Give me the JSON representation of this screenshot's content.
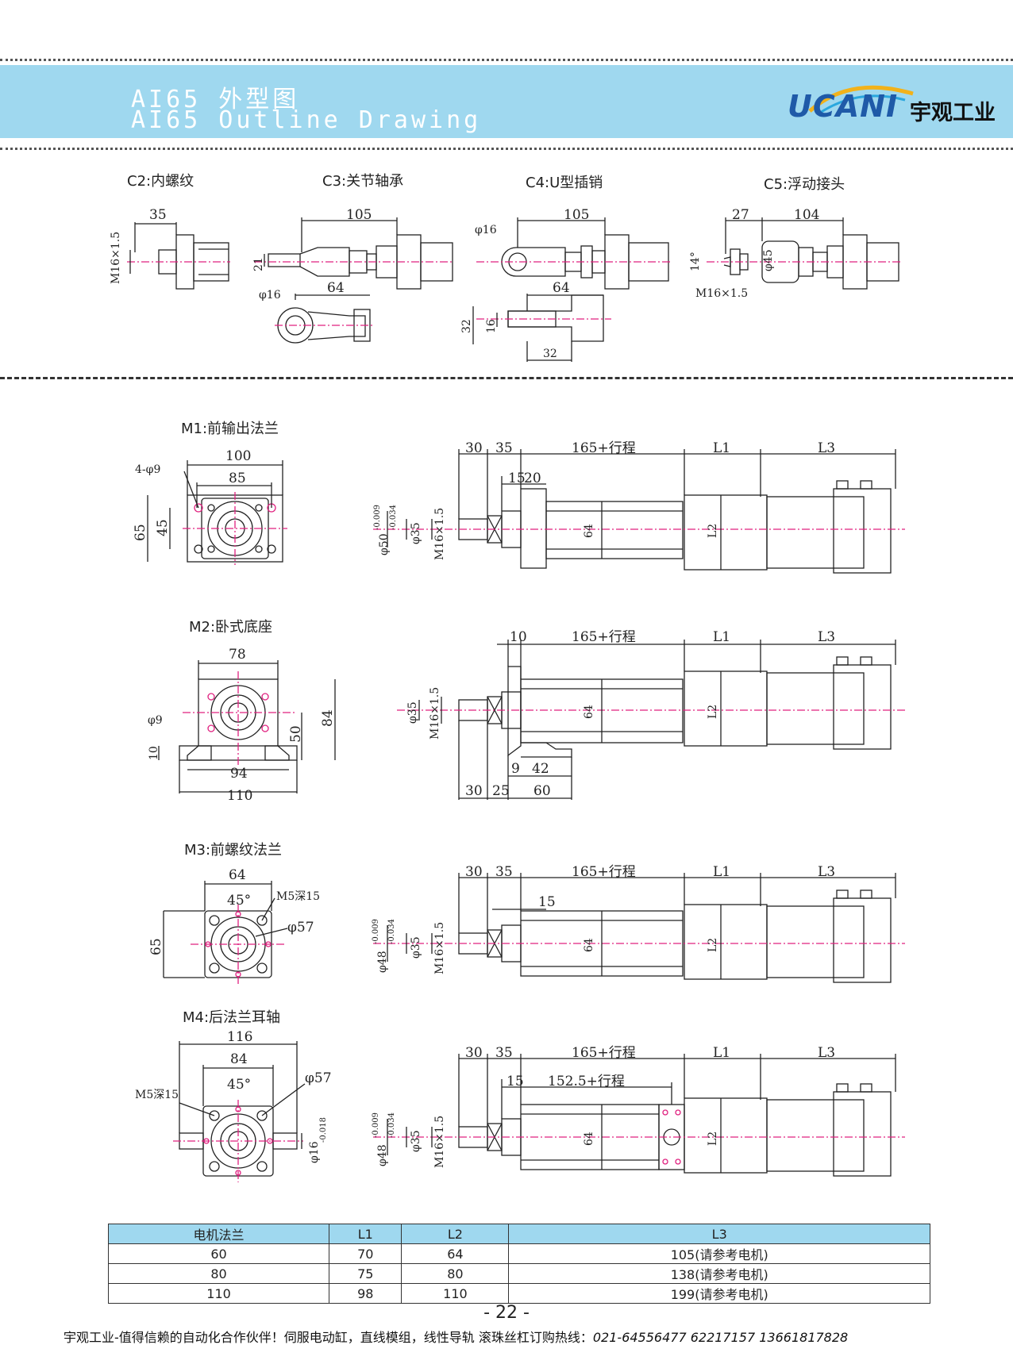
{
  "header": {
    "title_cn": "AI65  外型图",
    "title_en": "AI65  Outline Drawing",
    "brand": "UCANI",
    "brand_cn": "宇观工业"
  },
  "top_sections": [
    {
      "label": "C2:内螺纹"
    },
    {
      "label": "C3:关节轴承"
    },
    {
      "label": "C4:U型插销"
    },
    {
      "label": "C5:浮动接头"
    }
  ],
  "mount_sections": [
    {
      "label": "M1:前输出法兰"
    },
    {
      "label": "M2:卧式底座"
    },
    {
      "label": "M3:前螺纹法兰"
    },
    {
      "label": "M4:后法兰耳轴"
    }
  ],
  "dims": {
    "c2": {
      "d35": "35",
      "thread": "M16×1.5"
    },
    "c3": {
      "d105": "105",
      "d21": "21",
      "d64": "64",
      "phi16": "φ16"
    },
    "c4": {
      "d105": "105",
      "phi16": "φ16",
      "d64": "64",
      "d32a": "32",
      "d16": "16",
      "d32b": "32"
    },
    "c5": {
      "d27": "27",
      "d104": "104",
      "d14": "14°",
      "phi45": "φ45",
      "thread": "M16×1.5"
    },
    "m1_front": {
      "d100": "100",
      "d85": "85",
      "holes": "4-φ9",
      "d65": "65",
      "d45": "45"
    },
    "m1_side": {
      "d30": "30",
      "d35": "35",
      "stroke": "165+行程",
      "l1": "L1",
      "l3": "L3",
      "d15": "15",
      "d20": "20",
      "phi50": "φ50",
      "tol_a": "-0.009",
      "tol_b": "-0.034",
      "phi35": "φ35",
      "thread": "M16×1.5",
      "d64": "64",
      "l2": "L2"
    },
    "m2_front": {
      "d78": "78",
      "phi9": "φ9",
      "d50": "50",
      "d84": "84",
      "d10": "10",
      "d94": "94",
      "d110": "110"
    },
    "m2_side": {
      "d10": "10",
      "stroke": "165+行程",
      "l1": "L1",
      "l3": "L3",
      "phi35": "φ35",
      "thread": "M16×1.5",
      "d64": "64",
      "l2": "L2",
      "d9": "9",
      "d42": "42",
      "d30": "30",
      "d25": "25",
      "d60": "60"
    },
    "m3_front": {
      "d64": "64",
      "d45": "45°",
      "m5": "M5深15",
      "phi57": "φ57",
      "d65": "65"
    },
    "m3_side": {
      "d30": "30",
      "d35": "35",
      "stroke": "165+行程",
      "l1": "L1",
      "l3": "L3",
      "d15": "15",
      "phi48": "φ48",
      "tol_a": "-0.009",
      "tol_b": "-0.034",
      "phi35": "φ35",
      "thread": "M16×1.5",
      "d64": "64",
      "l2": "L2"
    },
    "m4_front": {
      "d116": "116",
      "d84": "84",
      "phi57": "φ57",
      "m5": "M5深15",
      "d45": "45°",
      "phi16": "φ16",
      "tol": "-0.018"
    },
    "m4_side": {
      "d30": "30",
      "d35": "35",
      "stroke": "165+行程",
      "l1": "L1",
      "l3": "L3",
      "d15": "15",
      "stroke2": "152.5+行程",
      "phi48": "φ48",
      "tol_a": "-0.009",
      "tol_b": "-0.034",
      "phi35": "φ35",
      "thread": "M16×1.5",
      "d64": "64",
      "l2": "L2"
    }
  },
  "table": {
    "headers": [
      "电机法兰",
      "L1",
      "L2",
      "L3"
    ],
    "rows": [
      [
        "60",
        "70",
        "64",
        "105(请参考电机)"
      ],
      [
        "80",
        "75",
        "80",
        "138(请参考电机)"
      ],
      [
        "110",
        "98",
        "110",
        "199(请参考电机)"
      ]
    ]
  },
  "page_number": "- 22 -",
  "footer": {
    "text": "宇观工业-值得信赖的自动化合作伙伴！伺服电动缸，直线模组，线性导轨 滚珠丝杠订购热线：",
    "hotline": "021-64556477  62217157 13661817828"
  },
  "colors": {
    "banner": "#9fd8ef",
    "centerline": "#e0207f",
    "line": "#222222",
    "brand": "#1f5aa8"
  }
}
